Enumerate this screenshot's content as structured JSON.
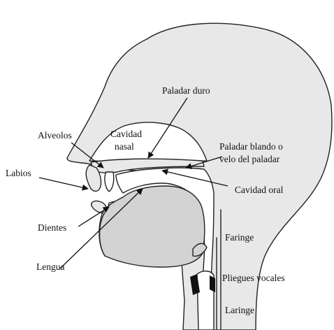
{
  "colors": {
    "head_fill": "#e8e8e8",
    "tongue_fill": "#d3d3d3",
    "outline": "#222222",
    "vocal_folds": "#111111"
  },
  "labels": {
    "paladar_duro": "Paladar duro",
    "alveolos": "Alveolos",
    "cavidad_nasal_1": "Cavidad",
    "cavidad_nasal_2": "nasal",
    "paladar_blando_1": "Paladar blando o",
    "paladar_blando_2": "velo del paladar",
    "labios": "Labios",
    "cavidad_oral": "Cavidad oral",
    "dientes": "Dientes",
    "faringe": "Faringe",
    "lengua": "Lengua",
    "pliegues_vocales": "Pliegues vocales",
    "laringe": "Laringe"
  }
}
